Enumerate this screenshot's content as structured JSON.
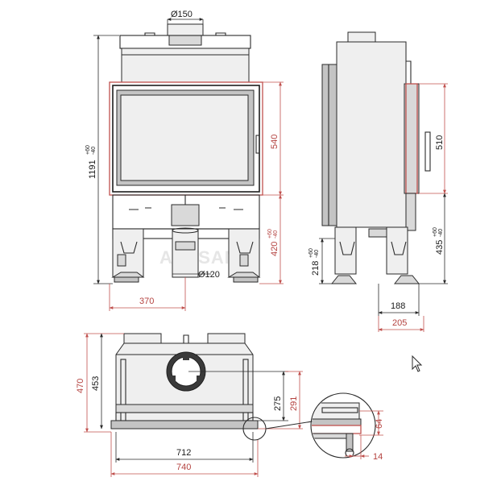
{
  "front_view": {
    "flue_diameter": "Ø150",
    "total_height": "1191",
    "total_height_tol_upper": "+60",
    "total_height_tol_lower": "-40",
    "glass_height": "540",
    "base_height": "420",
    "base_height_tol_upper": "+60",
    "base_height_tol_lower": "-40",
    "air_inlet_diameter": "Ø120",
    "half_width": "370"
  },
  "side_view": {
    "glass_height": "510",
    "leg_height": "435",
    "leg_height_tol_upper": "+60",
    "leg_height_tol_lower": "-40",
    "floor_height": "218",
    "floor_height_tol_upper": "+60",
    "floor_height_tol_lower": "-40",
    "depth_inner": "188",
    "depth_outer": "205"
  },
  "top_view": {
    "depth_outer": "470",
    "depth_inner": "453",
    "flue_offset_inner": "275",
    "flue_offset_outer": "291",
    "width_inner": "712",
    "width_outer": "740"
  },
  "detail_view": {
    "door_frame": "64",
    "door_offset": "14"
  },
  "watermark": "ARTSAM",
  "colors": {
    "accent_red": "#c0504d",
    "line_dark": "#2a2a2a"
  },
  "icons": [
    "mouse-cursor-icon"
  ]
}
